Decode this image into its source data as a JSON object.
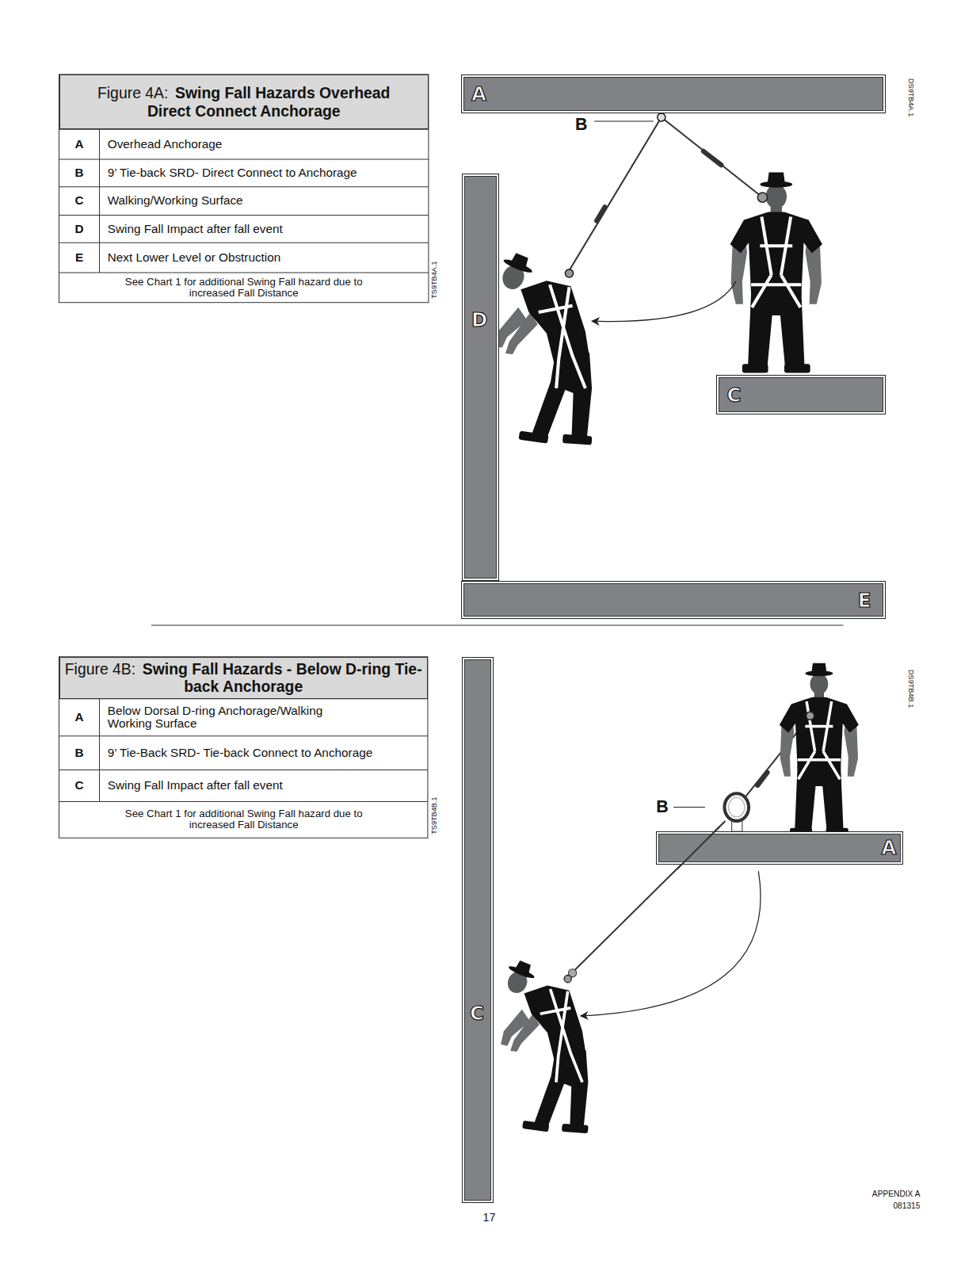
{
  "diagram": {
    "nodes": [
      {
        "text": [
          "Figure 4A:",
          "Swing Fall Hazards Overhead Direct Connect Anchorage"
        ]
      },
      {
        "text": [
          "A"
        ]
      },
      {
        "text": [
          "D"
        ]
      },
      {
        "text": [
          "C"
        ]
      },
      {
        "text": [
          "E"
        ]
      },
      {
        "text": [
          "Figure 4B:",
          "Swing Fall Hazards - Below D-ring Tie-back Anchorage"
        ]
      },
      {
        "text": [
          "C"
        ]
      },
      {
        "text": [
          "A"
        ]
      }
    ],
    "labels": [
      "A",
      "Overhead Anchorage",
      "B",
      "9’ Tie-back SRD- Direct Connect to Anchorage",
      "C",
      "Walking/Working Surface",
      "D",
      "Swing Fall Impact after fall event",
      "E",
      "Next Lower Level or Obstruction",
      "See Chart 1 for additional Swing Fall hazard due to increased Fall Distance",
      "B",
      "DS9TB4A.1",
      "TS9TB4A.1",
      "A",
      "Below Dorsal D-ring Anchorage/Walking Working Surface",
      "B",
      "9’ Tie-Back SRD- Tie-back Connect to Anchorage",
      "C",
      "Swing Fall Impact after fall event",
      "See Chart 1 for additional Swing Fall hazard due to increased Fall Distance",
      "B",
      "DS9TB4B.1",
      "TS9TB4B.1",
      "17",
      "APPENDIX A",
      "081315"
    ]
  }
}
